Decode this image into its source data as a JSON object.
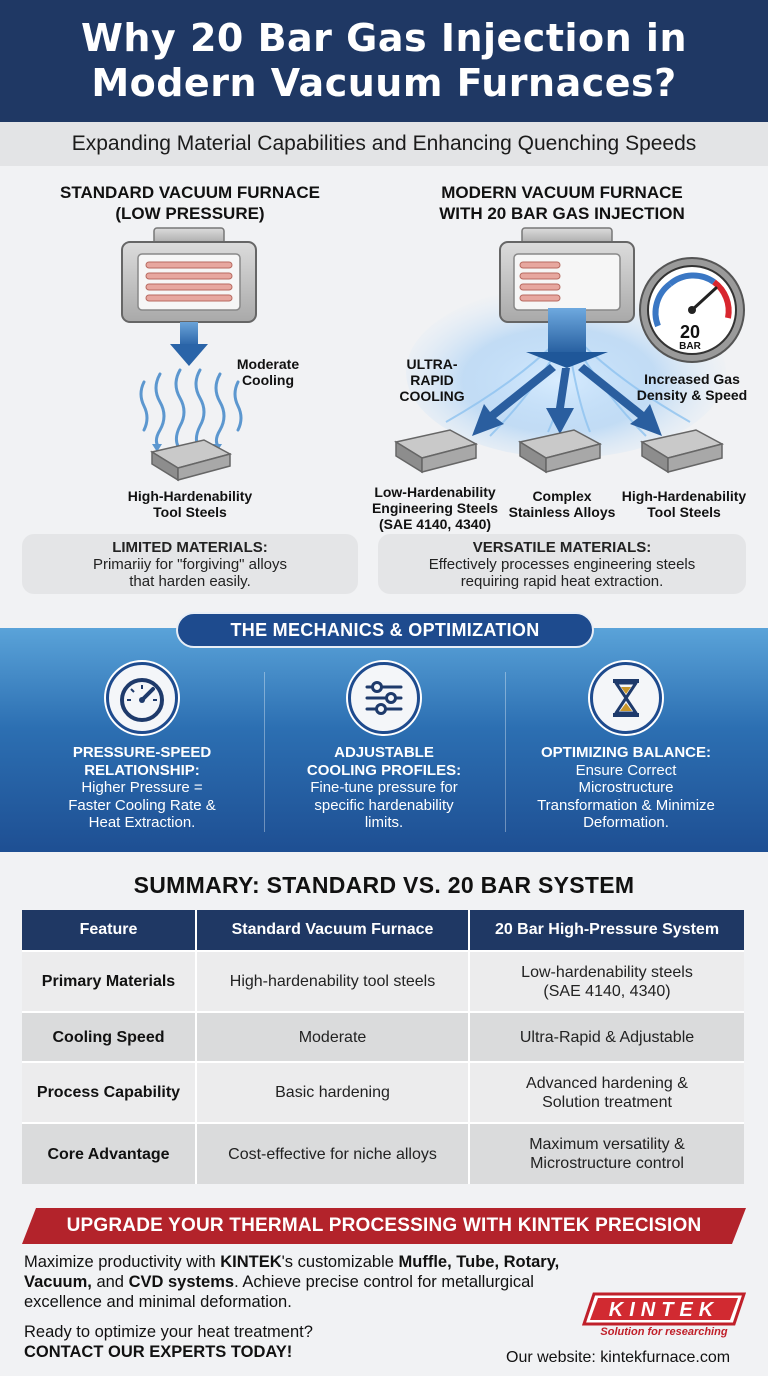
{
  "header": {
    "title_line1": "Why 20 Bar Gas Injection in",
    "title_line2": "Modern Vacuum Furnaces?",
    "subtitle": "Expanding Material Capabilities and Enhancing Quenching Speeds"
  },
  "standard": {
    "title_line1": "STANDARD VACUUM FURNACE",
    "title_line2": "(LOW PRESSURE)",
    "cooling_label_line1": "Moderate",
    "cooling_label_line2": "Cooling",
    "material_line1": "High-Hardenability",
    "material_line2": "Tool Steels",
    "note_title": "LIMITED MATERIALS:",
    "note_line1": "Primariiy for \"forgiving\" alloys",
    "note_line2": "that harden easily."
  },
  "modern": {
    "title_line1": "MODERN VACUUM FURNACE",
    "title_line2": "WITH 20 BAR GAS INJECTION",
    "cooling_label_line1": "ULTRA-RAPID",
    "cooling_label_line2": "COOLING",
    "gauge_value": "20",
    "gauge_unit": "BAR",
    "gauge_label_line1": "Increased Gas",
    "gauge_label_line2": "Density & Speed",
    "materials": [
      {
        "line1": "Low-Hardenability",
        "line2": "Engineering Steels",
        "line3": "(SAE 4140, 4340)"
      },
      {
        "line1": "Complex",
        "line2": "Stainless Alloys"
      },
      {
        "line1": "High-Hardenability",
        "line2": "Tool Steels"
      }
    ],
    "note_title": "VERSATILE MATERIALS:",
    "note_line1": "Effectively processes engineering steels",
    "note_line2": "requiring rapid heat extraction."
  },
  "mechanics": {
    "title": "THE MECHANICS & OPTIMIZATION",
    "items": [
      {
        "icon": "speedometer-icon",
        "title_line1": "PRESSURE-SPEED",
        "title_line2": "RELATIONSHIP:",
        "line1": "Higher Pressure =",
        "line2": "Faster Cooling Rate &",
        "line3": "Heat Extraction."
      },
      {
        "icon": "sliders-icon",
        "title_line1": "ADJUSTABLE",
        "title_line2": "COOLING PROFILES:",
        "line1": "Fine-tune pressure for",
        "line2": "specific hardenability",
        "line3": "limits."
      },
      {
        "icon": "hourglass-icon",
        "title_line1": "OPTIMIZING BALANCE:",
        "title_line2": "",
        "line1": "Ensure Correct",
        "line2": "Microstructure",
        "line3": "Transformation & Minimize",
        "line4": "Deformation."
      }
    ]
  },
  "summary": {
    "title": "SUMMARY: STANDARD VS. 20 BAR SYSTEM",
    "headers": [
      "Feature",
      "Standard Vacuum Furnace",
      "20 Bar High-Pressure System"
    ],
    "rows": [
      {
        "feature": "Primary Materials",
        "standard": "High-hardenability tool steels",
        "modern_line1": "Low-hardenability steels",
        "modern_line2": "(SAE 4140, 4340)"
      },
      {
        "feature": "Cooling Speed",
        "standard": "Moderate",
        "modern_line1": "Ultra-Rapid & Adjustable",
        "modern_line2": ""
      },
      {
        "feature": "Process Capability",
        "standard": "Basic hardening",
        "modern_line1": "Advanced hardening &",
        "modern_line2": "Solution treatment"
      },
      {
        "feature": "Core Advantage",
        "standard": "Cost-effective for niche alloys",
        "modern_line1": "Maximum versatility &",
        "modern_line2": "Microstructure control"
      }
    ]
  },
  "cta": {
    "banner": "UPGRADE YOUR THERMAL PROCESSING WITH KINTEK PRECISION",
    "p1": "Maximize productivity with ",
    "p1_brand": "KINTEK",
    "p1b": "'s customizable ",
    "p1_products1": "Muffle, Tube,",
    "p1_products2": "Rotary, Vacuum,",
    "p1c": " and ",
    "p1_products3": "CVD systems",
    "p1d": ". Achieve precise control for metallurgical excellence and minimal deformation.",
    "ready": "Ready to optimize your heat treatment?",
    "contact": "CONTACT OUR EXPERTS TODAY!",
    "logo_text": "KINTEK",
    "logo_tagline": "Solution for researching",
    "website": "Our website: kintekfurnace.com"
  },
  "colors": {
    "navy": "#1f3864",
    "accent_blue": "#2c6fb2",
    "brand_red": "#c0202a"
  }
}
